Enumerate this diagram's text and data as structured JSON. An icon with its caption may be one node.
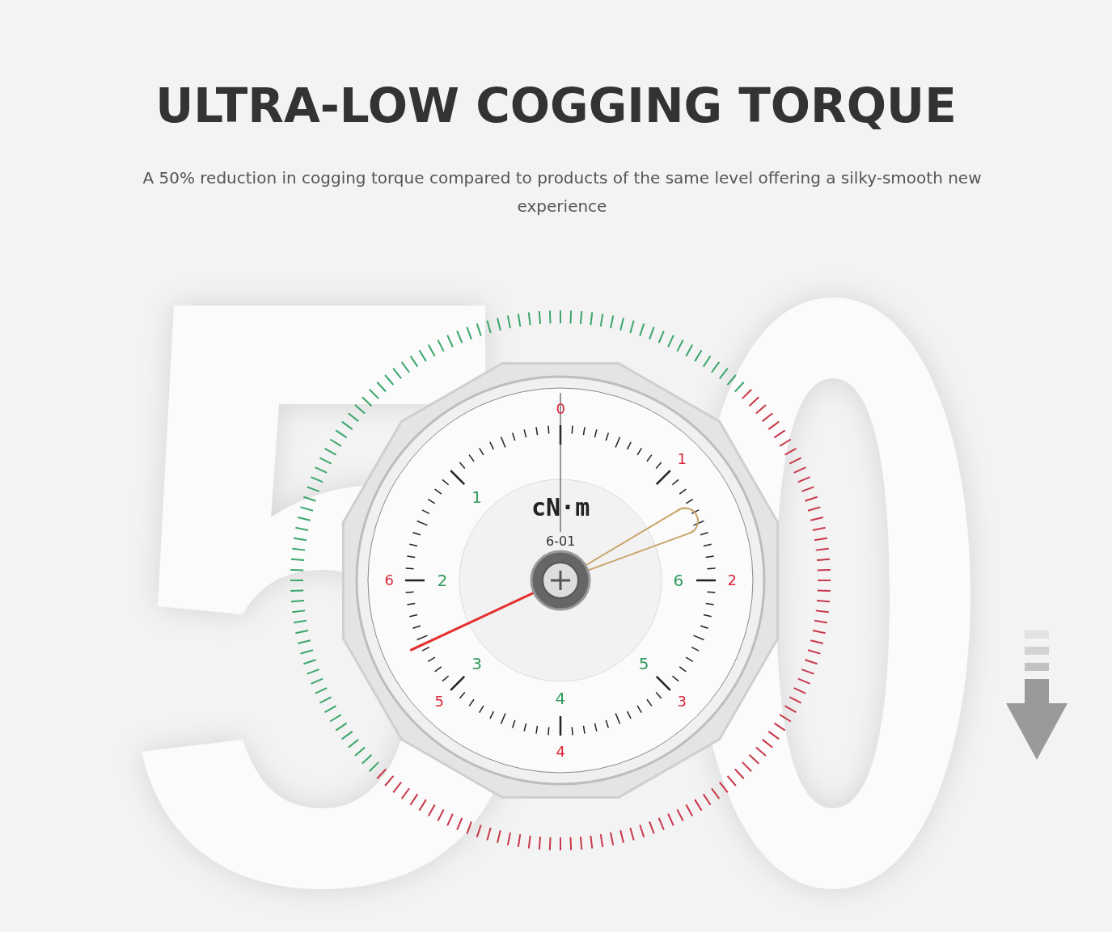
{
  "diagram": {
    "title": "ULTRA-LOW COGGING TORQUE",
    "labels": [
      "A 50% reduction in cogging torque compared to products of the same level offering a silky-smooth new experience",
      "cN·m",
      "6-01",
      "0",
      "1",
      "2",
      "3",
      "4",
      "5",
      "6",
      "1",
      "2",
      "3",
      "4",
      "5",
      "6"
    ]
  }
}
